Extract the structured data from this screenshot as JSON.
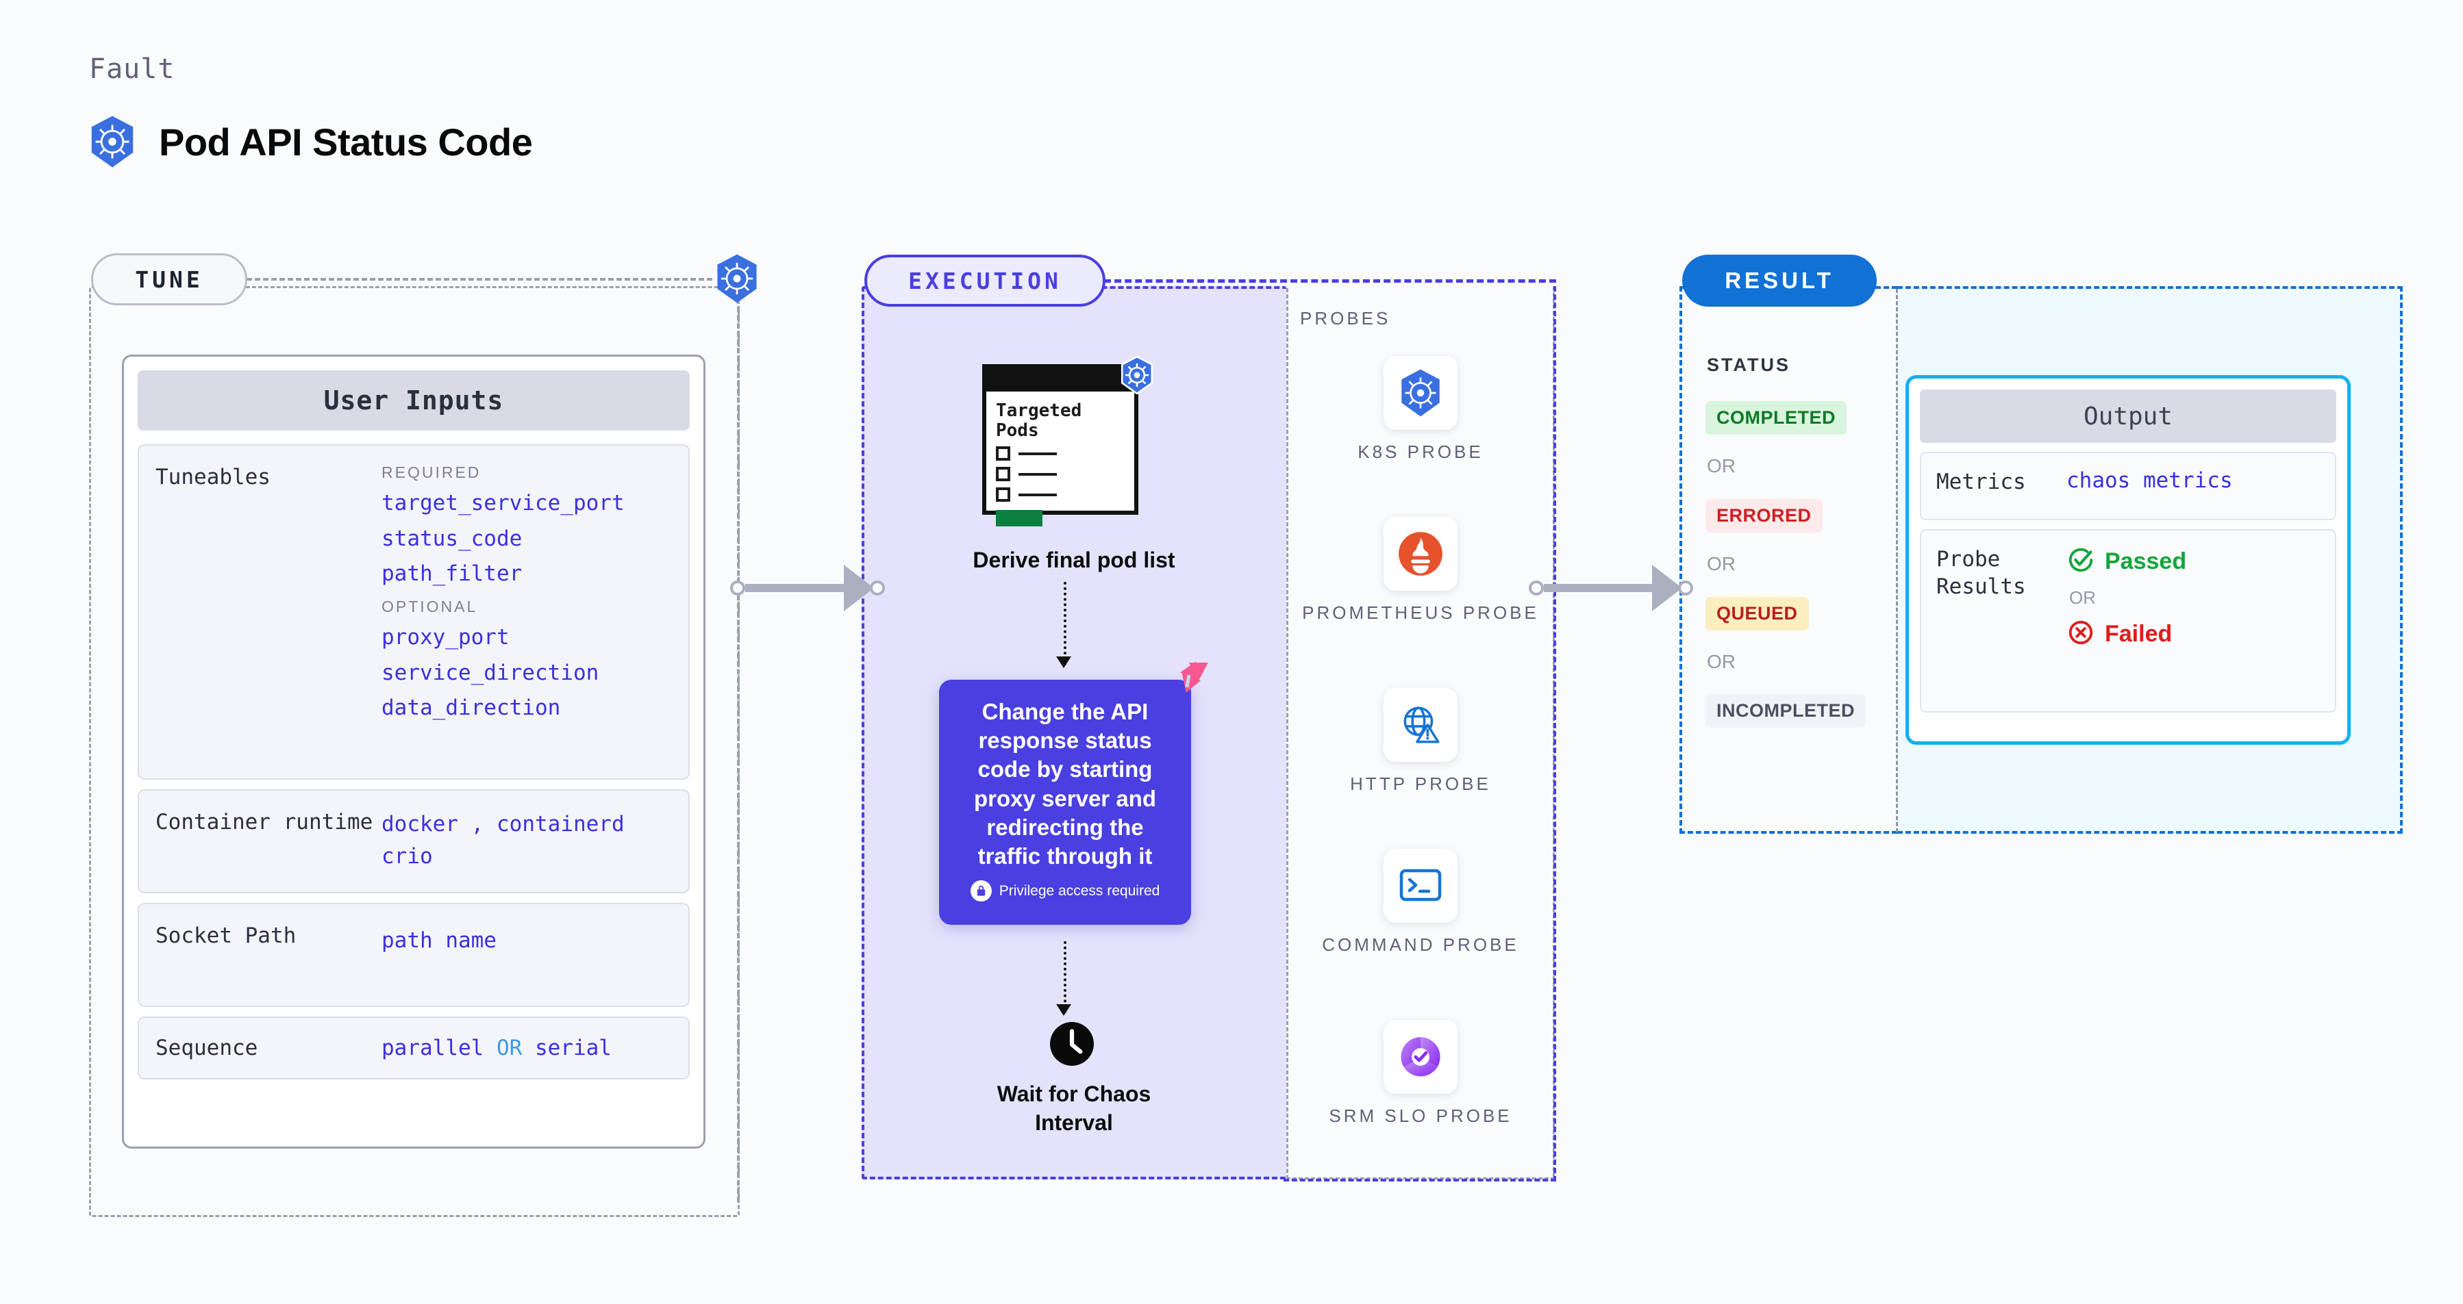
{
  "header": {
    "eyebrow": "Fault",
    "title": "Pod API Status Code",
    "icon": "kubernetes-icon"
  },
  "tune": {
    "pill_label": "TUNE",
    "card_title": "User Inputs",
    "sections": [
      {
        "label": "Tuneables",
        "groups": [
          {
            "group_label": "REQUIRED",
            "items": [
              "target_service_port",
              "status_code",
              "path_filter"
            ]
          },
          {
            "group_label": "OPTIONAL",
            "items": [
              "proxy_port",
              "service_direction",
              "data_direction"
            ]
          }
        ]
      },
      {
        "label": "Container runtime",
        "values": [
          "docker",
          ",",
          "containerd",
          "crio"
        ]
      },
      {
        "label": "Socket Path",
        "values": [
          "path name"
        ]
      },
      {
        "label": "Sequence",
        "values": [
          "parallel",
          "OR",
          "serial"
        ]
      }
    ]
  },
  "execution": {
    "pill_label": "EXECUTION",
    "pods_card": {
      "title_line1": "Targeted",
      "title_line2": "Pods",
      "icon": "kubernetes-icon"
    },
    "step1_caption": "Derive final pod list",
    "action_card": {
      "text": "Change the API response status code by starting proxy server and redirecting the traffic through it",
      "privilege_note": "Privilege access required",
      "privilege_icon": "lock-icon",
      "ribbon_icon": "chaos-ribbon-icon",
      "color": "#4A3FE0"
    },
    "step3_caption_line1": "Wait for Chaos",
    "step3_caption_line2": "Interval",
    "clock_icon": "clock-icon"
  },
  "probes": {
    "section_label": "PROBES",
    "items": [
      {
        "name": "K8S PROBE",
        "icon": "kubernetes-icon"
      },
      {
        "name": "PROMETHEUS PROBE",
        "icon": "prometheus-icon"
      },
      {
        "name": "HTTP PROBE",
        "icon": "globe-warning-icon"
      },
      {
        "name": "COMMAND PROBE",
        "icon": "terminal-icon"
      },
      {
        "name": "SRM SLO PROBE",
        "icon": "srm-slo-icon"
      }
    ]
  },
  "result": {
    "pill_label": "RESULT",
    "status_label": "STATUS",
    "or_label": "OR",
    "statuses": [
      {
        "label": "COMPLETED",
        "bg": "#d9f5de",
        "fg": "#0f7a27"
      },
      {
        "label": "ERRORED",
        "bg": "#fdeaea",
        "fg": "#cf2020"
      },
      {
        "label": "QUEUED",
        "bg": "#fdeec0",
        "fg": "#b91f1f"
      },
      {
        "label": "INCOMPLETED",
        "bg": "#f1f2f6",
        "fg": "#4a5060"
      }
    ],
    "output": {
      "title": "Output",
      "metrics_label": "Metrics",
      "metrics_value": "chaos metrics",
      "probe_results_label": "Probe Results",
      "passed_label": "Passed",
      "failed_label": "Failed",
      "or_label": "OR",
      "passed_icon": "check-circle-icon",
      "failed_icon": "x-circle-icon",
      "accent": "#14B0EC"
    }
  }
}
